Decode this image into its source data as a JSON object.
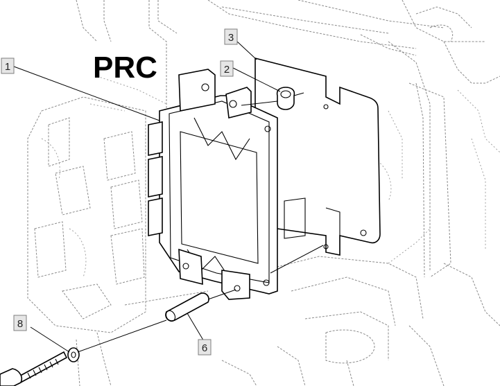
{
  "title": "PRC",
  "callouts": [
    {
      "id": "c1",
      "label": "1"
    },
    {
      "id": "c2",
      "label": "2"
    },
    {
      "id": "c3",
      "label": "3"
    },
    {
      "id": "c6",
      "label": "6"
    },
    {
      "id": "c8",
      "label": "8"
    }
  ]
}
